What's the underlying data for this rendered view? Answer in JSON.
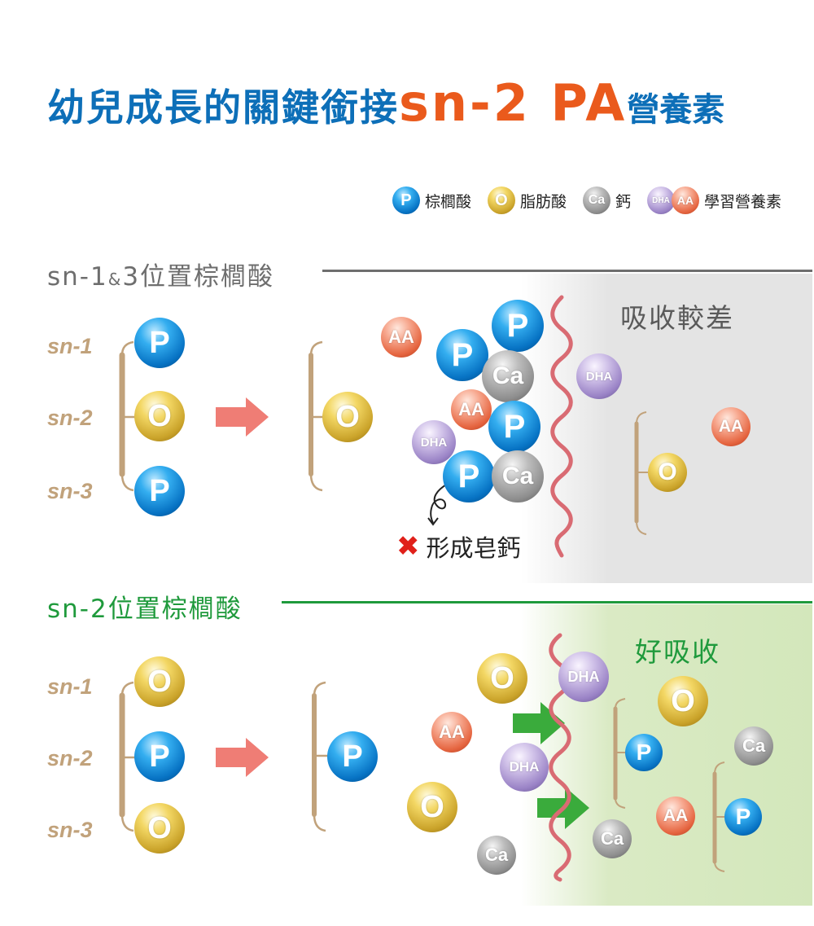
{
  "title": {
    "main": "幼兒成長的關鍵銜接",
    "highlight": "sn-2 PA",
    "tail": "營養素"
  },
  "legend": [
    {
      "icon": "P",
      "label": "棕櫚酸"
    },
    {
      "icon": "O",
      "label": "脂肪酸"
    },
    {
      "icon": "Ca",
      "label": "鈣"
    },
    {
      "icon": "DHA+AA",
      "label": "學習營養素"
    }
  ],
  "sections": {
    "sn13": {
      "title_pre": "sn-1",
      "title_amp": "&",
      "title_post": "3位置棕櫚酸",
      "result": "吸收較差",
      "note": "形成皂鈣",
      "positions": [
        "sn-1",
        "sn-2",
        "sn-3"
      ],
      "molecule": [
        "P",
        "O",
        "P"
      ]
    },
    "sn2": {
      "title": "sn-2位置棕櫚酸",
      "result": "好吸收",
      "positions": [
        "sn-1",
        "sn-2",
        "sn-3"
      ],
      "molecule": [
        "O",
        "P",
        "O"
      ]
    }
  },
  "ball_labels": {
    "P": "P",
    "O": "O",
    "Ca": "Ca",
    "DHA": "DHA",
    "AA": "AA"
  },
  "colors": {
    "title_blue": "#0d6fb8",
    "title_orange": "#ea5a1c",
    "section_grey": "#6e6e6e",
    "section_green": "#1f9a3c",
    "arrow_pink": "#ef7d75",
    "arrow_green": "#3aab3c",
    "membrane": "#d96b73",
    "bracket": "#c1a27b",
    "sn_label": "#c1a27b"
  }
}
